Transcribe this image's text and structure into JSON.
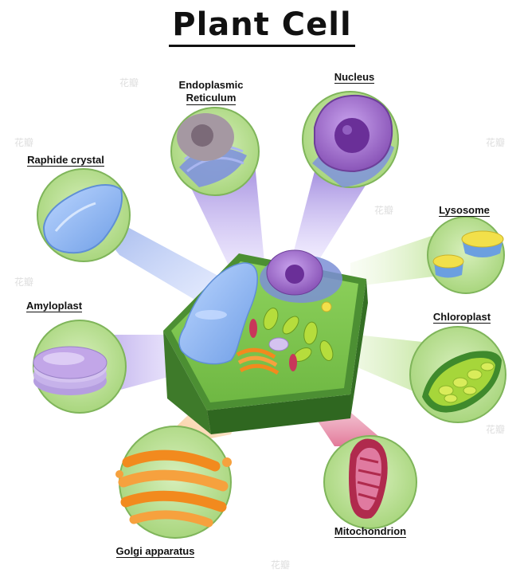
{
  "title": "Plant Cell",
  "labels": {
    "endoplasmic_reticulum_line1": "Endoplasmic",
    "endoplasmic_reticulum_line2": "Reticulum",
    "nucleus": "Nucleus",
    "raphide_crystal": "Raphide crystal",
    "lysosome": "Lysosome",
    "amyloplast": "Amyloplast",
    "chloroplast": "Chloroplast",
    "golgi_apparatus": "Golgi apparatus",
    "mitochondrion": "Mitochondrion"
  },
  "watermark": "花瓣",
  "colors": {
    "circle_bg": "#bfe39a",
    "circle_border": "#7fb55a",
    "cell_wall": "#3f7f2c",
    "cytoplasm": "#7cc24e",
    "vacuole": "#8fb8ee",
    "nucleus": "#9a6bc4",
    "golgi": "#f28a1e",
    "mitochondrion": "#c8375a",
    "chloroplast": "#a6d63a",
    "lysosome": "#f2e04a"
  }
}
